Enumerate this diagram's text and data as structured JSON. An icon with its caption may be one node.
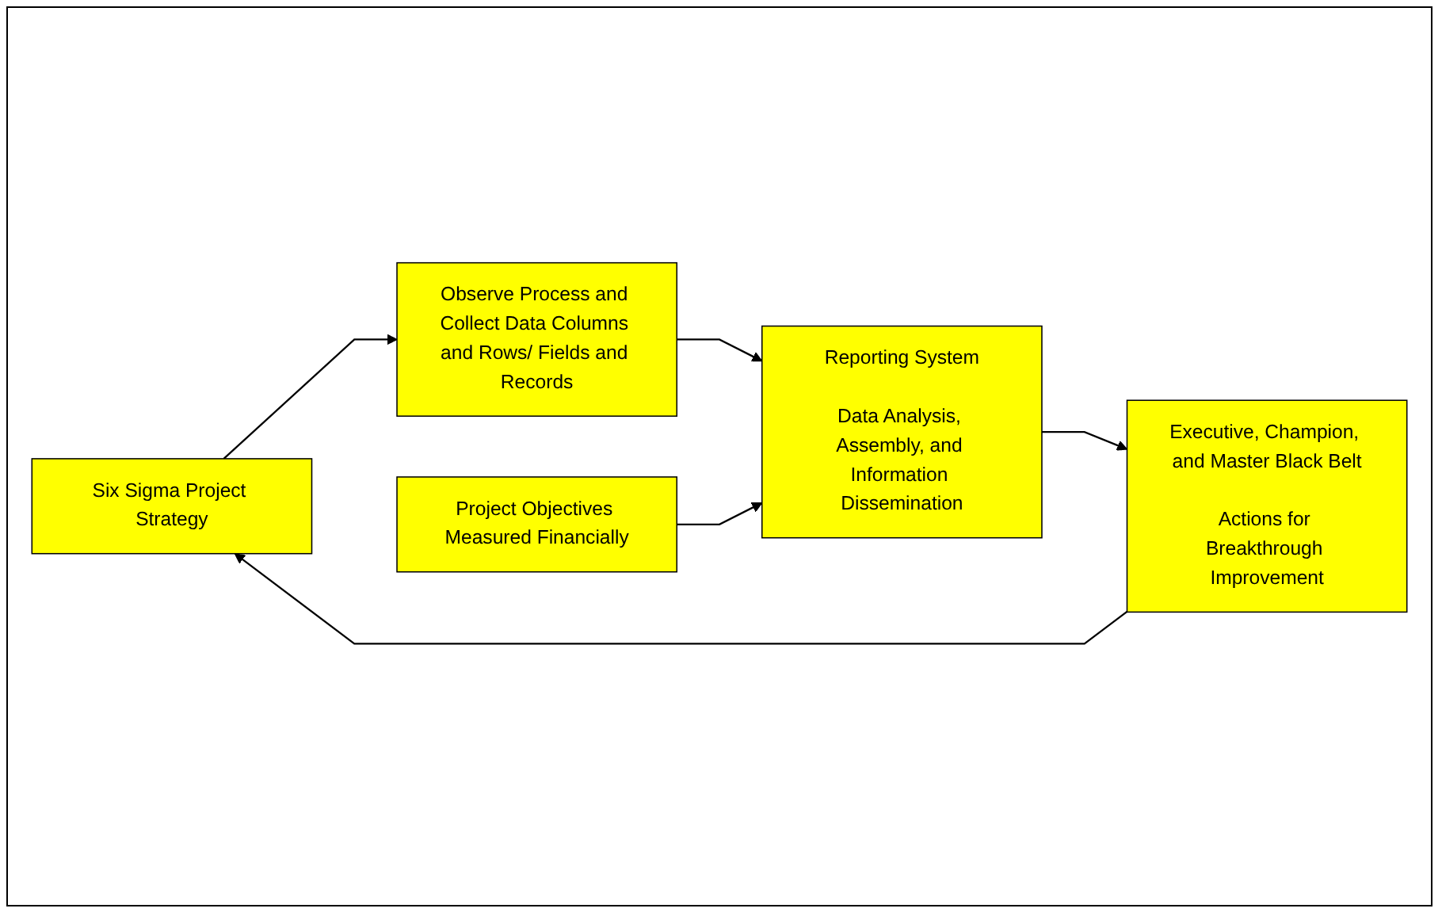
{
  "diagram": {
    "nodes": [
      {
        "text": [
          "Six Sigma Project Strategy"
        ]
      },
      {
        "text": [
          "Observe Process and Collect Data Columns and Rows/ Fields and Records"
        ]
      },
      {
        "text": [
          "Project Objectives Measured Financially"
        ]
      },
      {
        "text": [
          "Reporting System",
          "Data Analysis, Assembly, and Information Dissemination"
        ]
      },
      {
        "text": [
          "Executive, Champion, and Master Black Belt",
          "Actions for Breakthrough Improvement"
        ]
      }
    ],
    "edges": [
      {
        "from": 0,
        "to": 1,
        "arrow": "to"
      },
      {
        "from": 1,
        "to": 3,
        "arrow": "to"
      },
      {
        "from": 2,
        "to": 3,
        "arrow": "to"
      },
      {
        "from": 3,
        "to": 4,
        "arrow": "to"
      },
      {
        "from": 4,
        "to": 0,
        "arrow": "to"
      }
    ]
  }
}
